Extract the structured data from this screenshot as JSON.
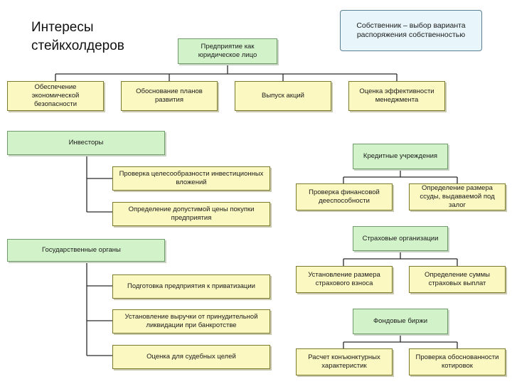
{
  "title": {
    "line1": "Интересы",
    "line2": "стейкхолдеров"
  },
  "owner_box": "Собственник – выбор варианта распоряжения собственностью",
  "top": {
    "root": "Предприятие как юридическое лицо",
    "children": [
      "Обеспечение экономической безопасности",
      "Обоснование планов развития",
      "Выпуск акций",
      "Оценка эффективности менеджмента"
    ]
  },
  "investors": {
    "label": "Инвесторы",
    "items": [
      "Проверка целесообразности инвестиционных вложений",
      "Определение допустимой цены покупки предприятия"
    ]
  },
  "government": {
    "label": "Государственные органы",
    "items": [
      "Подготовка предприятия к приватизации",
      "Установление выручки от принудительной ликвидации при банкротстве",
      "Оценка для судебных целей"
    ]
  },
  "credit": {
    "label": "Кредитные учреждения",
    "items": [
      "Проверка финансовой дееспособности",
      "Определение размера ссуды, выдаваемой под залог"
    ]
  },
  "insurance": {
    "label": "Страховые организации",
    "items": [
      "Установление размера страхового взноса",
      "Определение суммы страховых выплат"
    ]
  },
  "exchange": {
    "label": "Фондовые биржи",
    "items": [
      "Расчет конъюнктурных характеристик",
      "Проверка обоснованности котировок"
    ]
  }
}
